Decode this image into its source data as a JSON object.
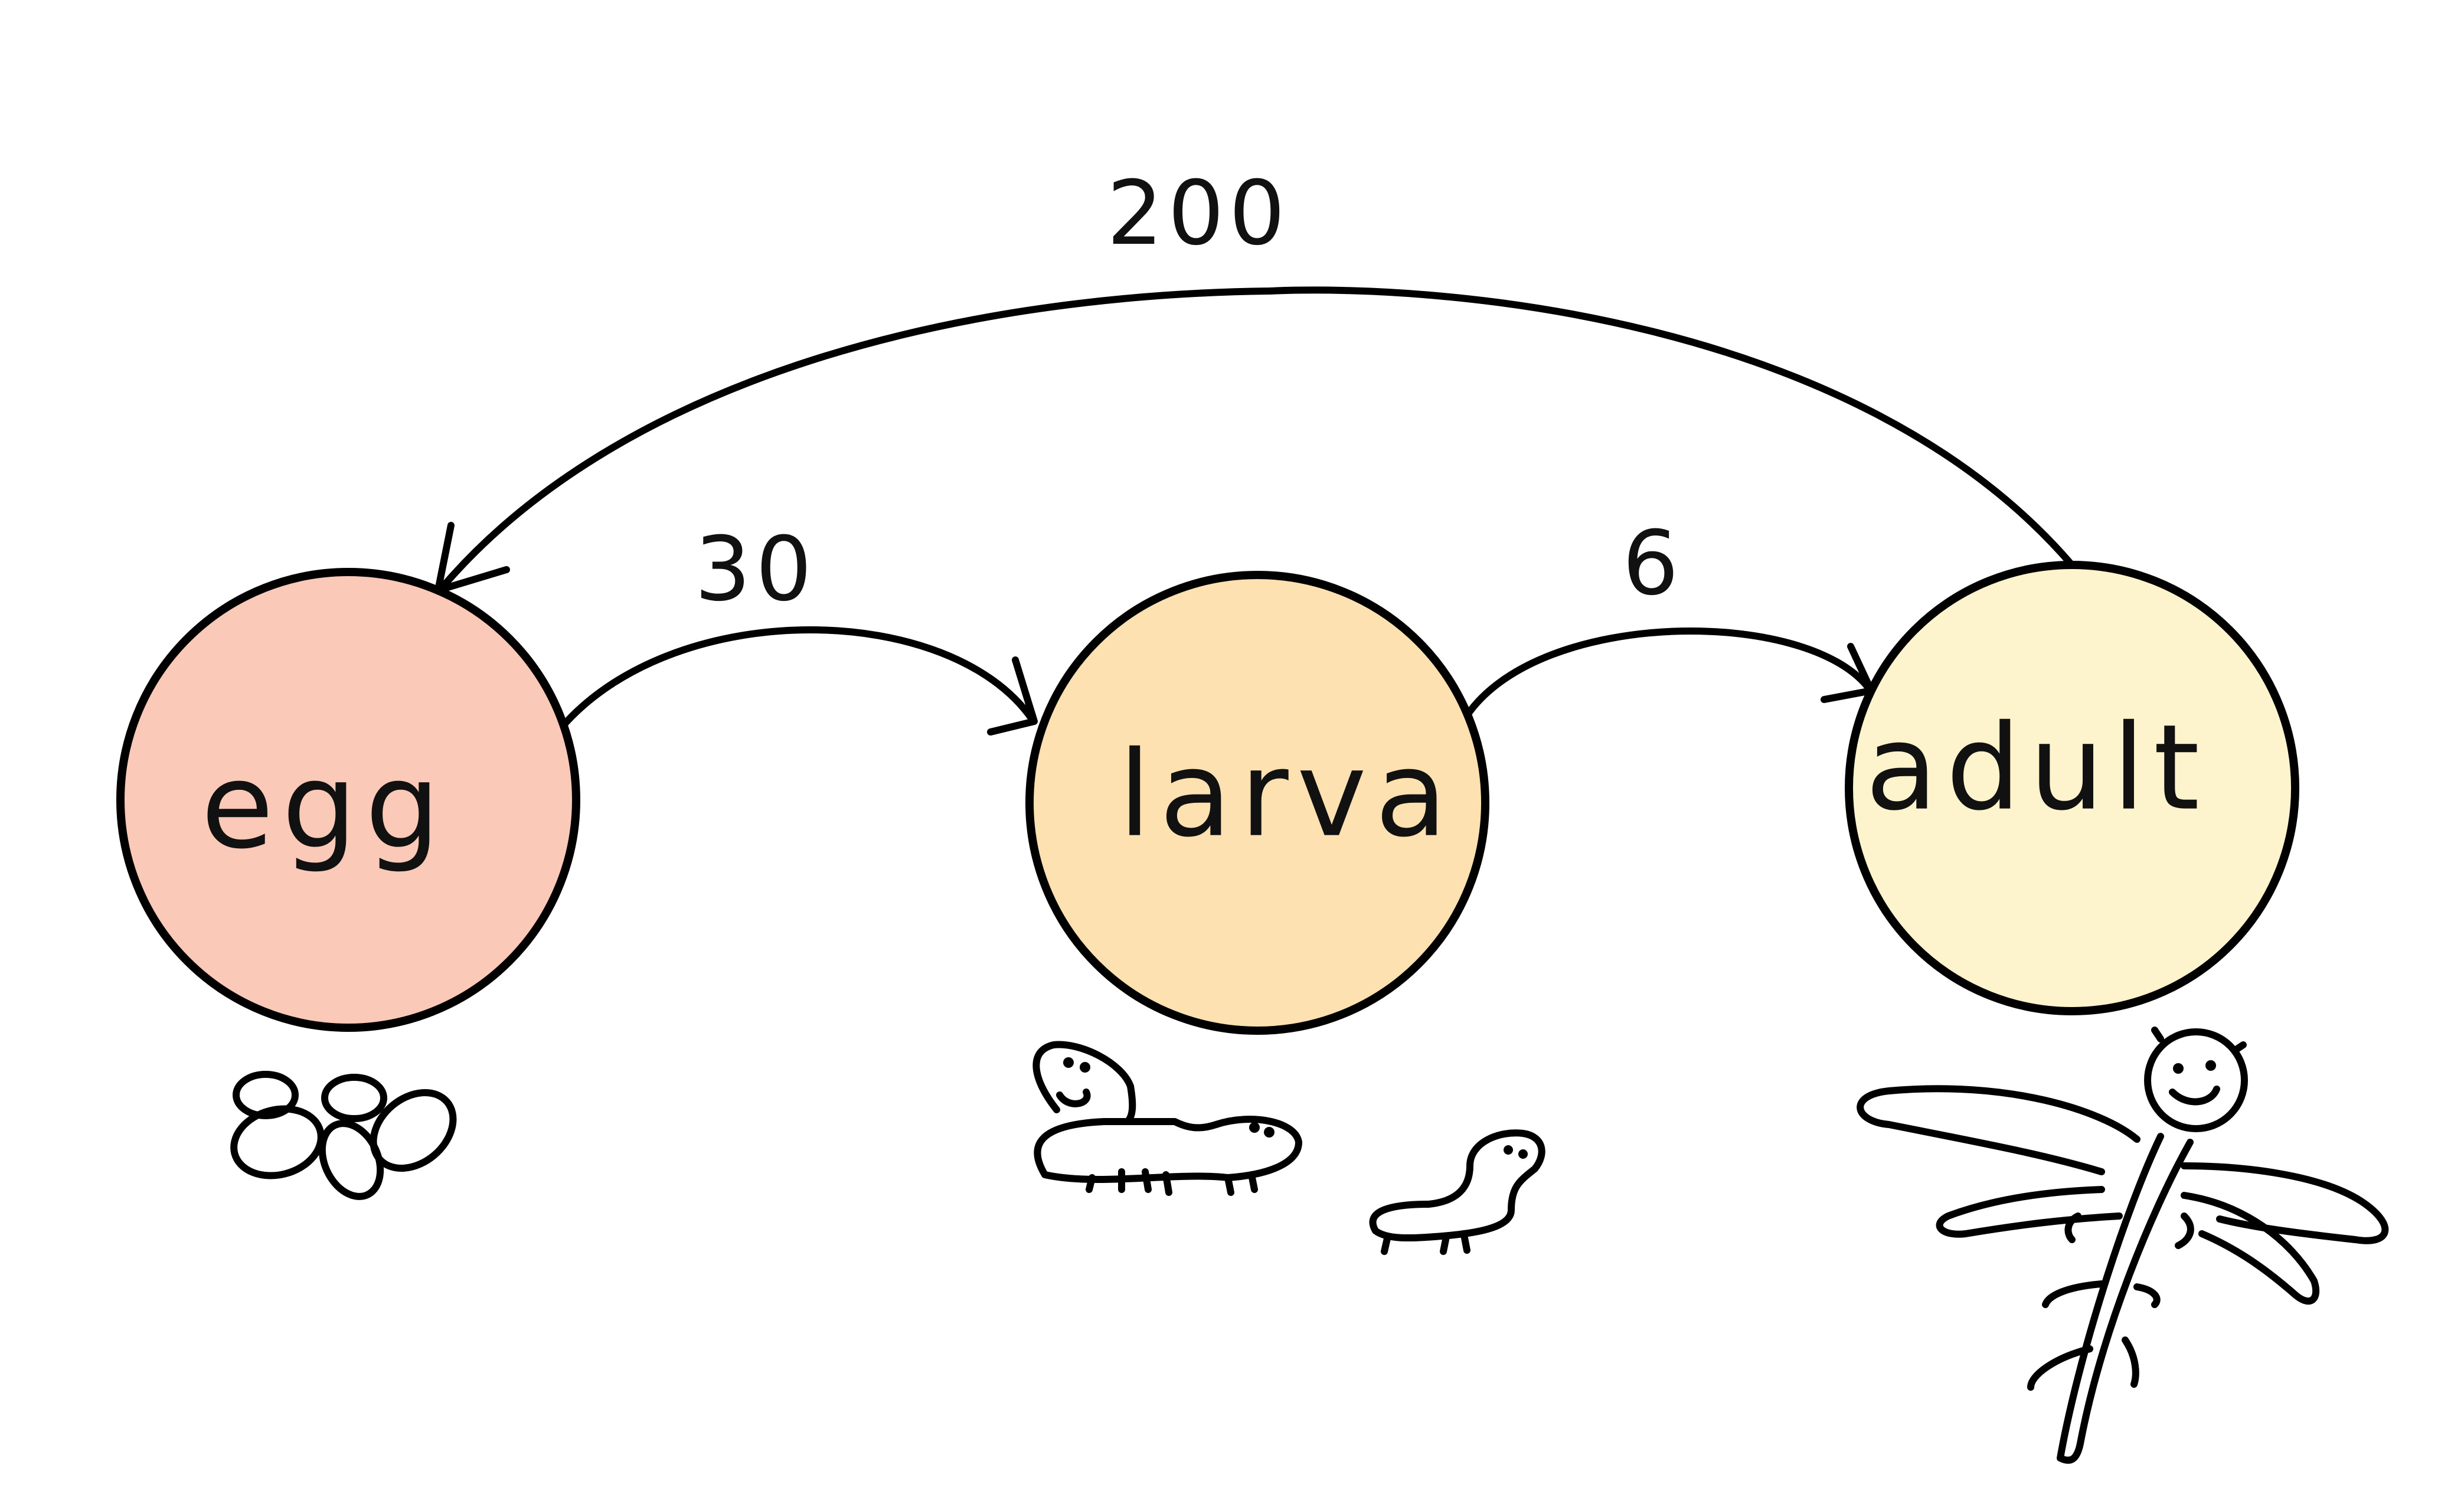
{
  "nodes": [
    {
      "id": "egg",
      "label": "egg",
      "fill": "#fbc9b8"
    },
    {
      "id": "larva",
      "label": "larva",
      "fill": "#fde1b0"
    },
    {
      "id": "adult",
      "label": "adult",
      "fill": "#fdf3cc"
    }
  ],
  "edges": [
    {
      "from": "egg",
      "to": "larva",
      "label": "30"
    },
    {
      "from": "larva",
      "to": "adult",
      "label": "6"
    },
    {
      "from": "adult",
      "to": "egg",
      "label": "200"
    }
  ],
  "illustrations": [
    {
      "node": "egg",
      "icon": "egg-cluster-icon"
    },
    {
      "node": "larva",
      "icon": "larva-icon"
    },
    {
      "node": "adult",
      "icon": "dragonfly-icon"
    }
  ],
  "colors": {
    "stroke": "#000000"
  }
}
